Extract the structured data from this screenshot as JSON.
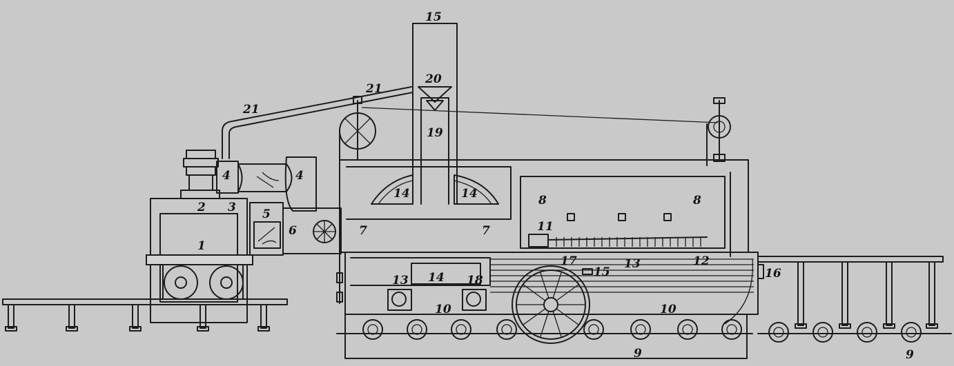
{
  "labels": {
    "l1": "1",
    "l2": "2",
    "l3": "3",
    "l4a": "4",
    "l4b": "4",
    "l5": "5",
    "l6": "6",
    "l7a": "7",
    "l7b": "7",
    "l8a": "8",
    "l8b": "8",
    "l9a": "9",
    "l9b": "9",
    "l10a": "10",
    "l10b": "10",
    "l11": "11",
    "l12": "12",
    "l13a": "13",
    "l13b": "13",
    "l14a": "14",
    "l14b": "14",
    "l14c": "14",
    "l15": "15",
    "l16": "16",
    "l17": "17",
    "l18": "18",
    "l19": "19",
    "l20": "20",
    "l21a": "21",
    "l21b": "21",
    "l15b": "15"
  },
  "colors": {
    "background": "#c9c9c9",
    "ink": "#1c1c1c"
  }
}
